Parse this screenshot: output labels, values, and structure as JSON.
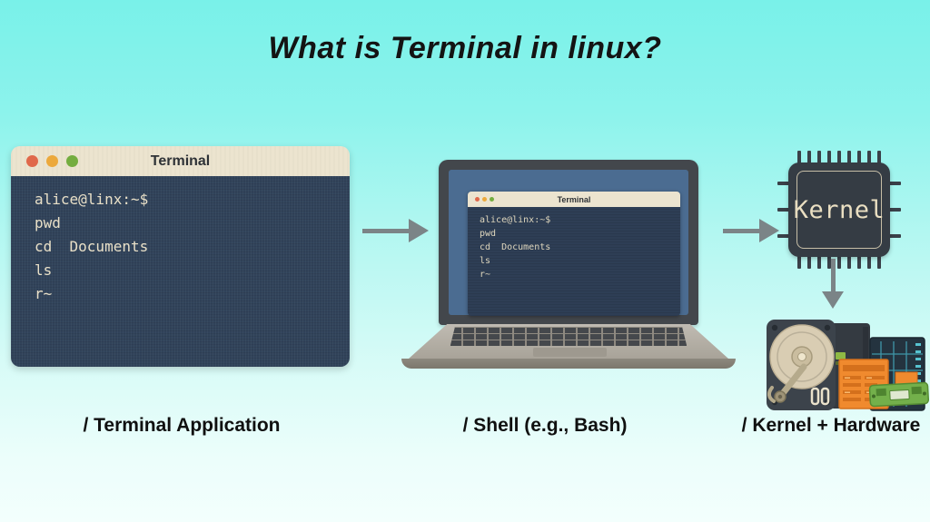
{
  "title": "What is Terminal in linux?",
  "terminal_window": {
    "title": "Terminal",
    "lines": [
      "alice@linx:~$",
      "pwd",
      "cd  Documents",
      "ls",
      "r~"
    ]
  },
  "laptop": {
    "terminal": {
      "title": "Terminal",
      "lines": [
        "alice@linx:~$",
        "pwd",
        "cd  Documents",
        "ls",
        "r~"
      ]
    }
  },
  "kernel": {
    "label": "Kernel"
  },
  "captions": {
    "terminal_application": "/ Terminal Application",
    "shell": "/ Shell (e.g., Bash)",
    "kernel_hardware": "/ Kernel + Hardware"
  },
  "colors": {
    "background_top": "#79f1e9",
    "background_bottom": "#f3fffd",
    "terminal_body": "#31435a",
    "terminal_titlebar": "#ece4cf",
    "terminal_text": "#e9e0c8",
    "traffic_red": "#e0684a",
    "traffic_yellow": "#eca93c",
    "traffic_green": "#74ad3f",
    "arrow_gray": "#7b8487",
    "chip_body": "#353c44",
    "laptop_screen_blue": "#4b6c91",
    "ram_orange": "#f08a2e",
    "pcb_green": "#73b04b",
    "board_teal": "#3f96a8"
  }
}
